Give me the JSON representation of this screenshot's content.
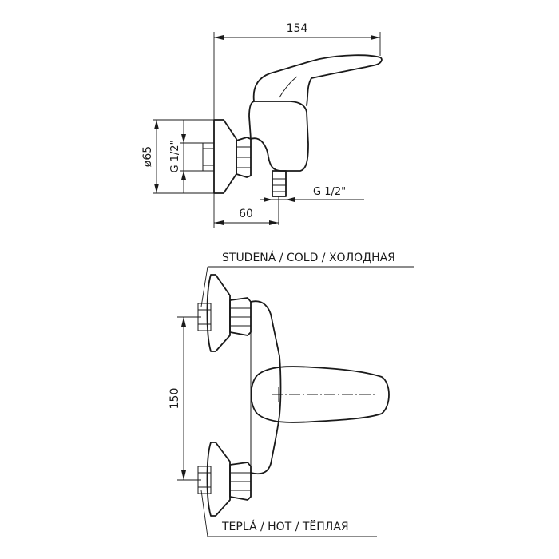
{
  "dimensions": {
    "overall_width": "154",
    "flange_diameter": "ø65",
    "inlet_thread": "G 1/2\"",
    "outlet_thread": "G 1/2\"",
    "outlet_offset": "60",
    "inlet_spacing": "150"
  },
  "labels": {
    "cold_inlet": "STUDENÁ / COLD / ХОЛОДНАЯ",
    "hot_inlet": "TEPLÁ / HOT / TËПЛАЯ"
  }
}
